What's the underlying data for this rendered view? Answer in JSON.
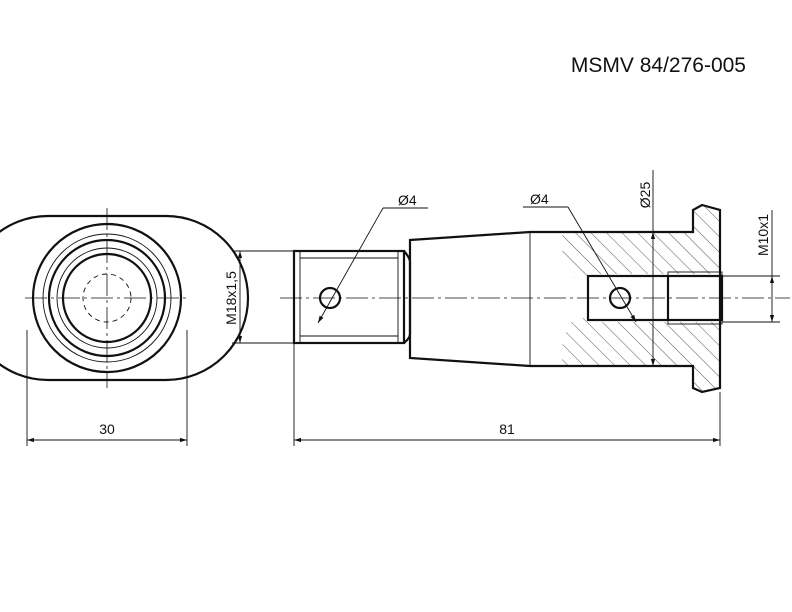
{
  "drawing": {
    "title": "MSMV 84/276-005",
    "dimensions": {
      "width_end_view": "30",
      "total_length": "81",
      "thread_main": "M18x1,5",
      "thread_bore": "M10x1",
      "hole_left": "Ø4",
      "hole_right": "Ø4",
      "flange_diameter": "Ø25"
    }
  }
}
